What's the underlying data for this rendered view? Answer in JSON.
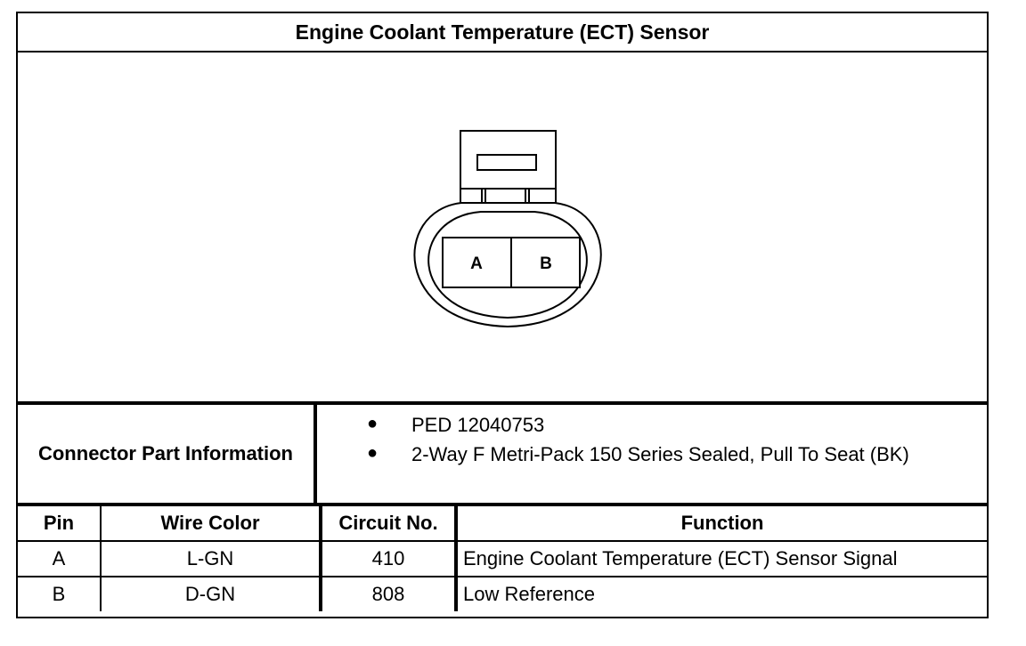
{
  "title": "Engine Coolant Temperature (ECT) Sensor",
  "connector": {
    "pin_labels": [
      "A",
      "B"
    ]
  },
  "part_info": {
    "label": "Connector Part Information",
    "items": [
      "PED 12040753",
      "2-Way F Metri-Pack 150 Series Sealed, Pull To Seat (BK)"
    ],
    "bullet": "●"
  },
  "pin_table": {
    "headers": [
      "Pin",
      "Wire Color",
      "Circuit No.",
      "Function"
    ],
    "rows": [
      [
        "A",
        "L-GN",
        "410",
        "Engine Coolant Temperature (ECT) Sensor Signal"
      ],
      [
        "B",
        "D-GN",
        "808",
        "Low Reference"
      ]
    ]
  }
}
